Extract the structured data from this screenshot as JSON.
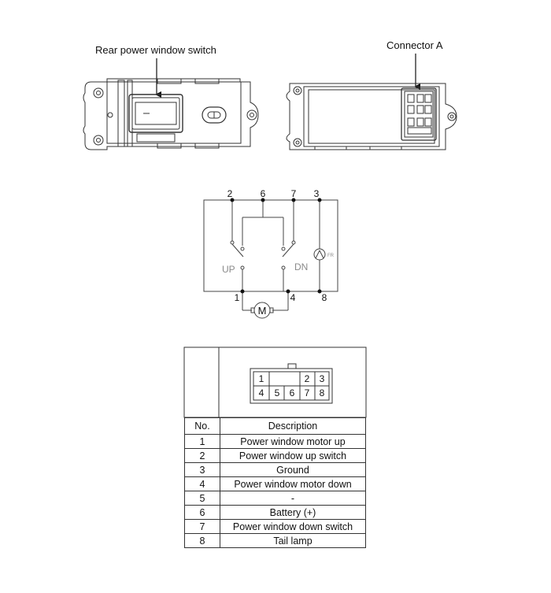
{
  "labels": {
    "switch_callout": "Rear power window switch",
    "connector_callout": "Connector A"
  },
  "circuit": {
    "top_pins": [
      "2",
      "6",
      "7",
      "3"
    ],
    "bottom_pins": [
      "1",
      "4",
      "8"
    ],
    "up_label": "UP",
    "down_label": "DN",
    "motor_label": "M",
    "lamp_label": "FR"
  },
  "connector": {
    "top_row": [
      "1",
      "",
      "2",
      "3"
    ],
    "bottom_row": [
      "4",
      "5",
      "6",
      "7",
      "8"
    ]
  },
  "pin_table": {
    "headers": [
      "No.",
      "Description"
    ],
    "rows": [
      {
        "no": "1",
        "desc": "Power window motor up"
      },
      {
        "no": "2",
        "desc": "Power window up switch"
      },
      {
        "no": "3",
        "desc": "Ground"
      },
      {
        "no": "4",
        "desc": "Power window motor down"
      },
      {
        "no": "5",
        "desc": "-"
      },
      {
        "no": "6",
        "desc": "Battery (+)"
      },
      {
        "no": "7",
        "desc": "Power window down switch"
      },
      {
        "no": "8",
        "desc": "Tail lamp"
      }
    ]
  }
}
